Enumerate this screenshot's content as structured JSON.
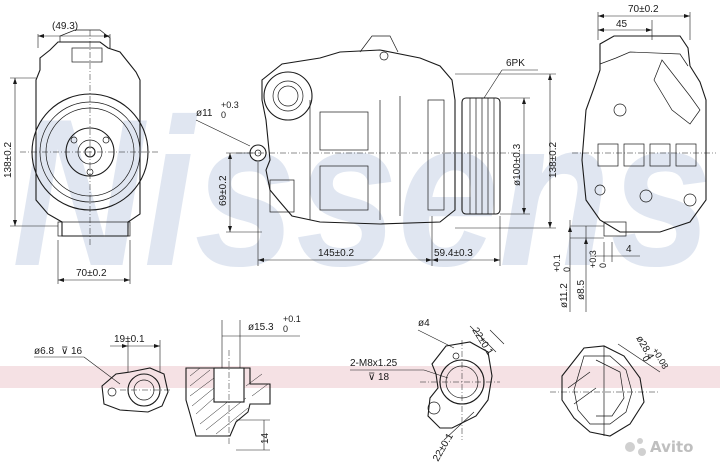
{
  "watermark": {
    "brand": "Nissens",
    "marketplace": "Avito"
  },
  "front_view": {
    "top_width": "(49.3)",
    "height": "138±0.2",
    "bottom_width": "70±0.2"
  },
  "side_view": {
    "hole_dia_prefix": "ø11",
    "hole_dia_tol_upper": "+0.3",
    "hole_dia_tol_lower": "0",
    "height_to_mount": "69±0.2",
    "length_main": "145±0.2",
    "length_pulley": "59.4±0.3",
    "belt": "6PK",
    "pulley_dia": "ø100±0.3",
    "total_height": "138±0.2"
  },
  "right_view": {
    "top_width": "70±0.2",
    "top_offset": "45",
    "ring_offset": "4",
    "ring_dia_a_prefix": "ø11.2",
    "ring_dia_a_tol_upper": "+0.1",
    "ring_dia_a_tol_lower": "0",
    "ring_dia_b_prefix": "ø8.5",
    "ring_dia_b_tol_upper": "+0.3",
    "ring_dia_b_tol_lower": "0"
  },
  "detail_suction": {
    "port_dia": "ø6.8",
    "depth_symbol": "⊽",
    "depth": "16",
    "port_width": "19±0.1"
  },
  "detail_section": {
    "bore_dia_prefix": "ø15.3",
    "bore_tol_upper": "+0.1",
    "bore_tol_lower": "0",
    "length": "14"
  },
  "detail_discharge": {
    "pin_dia": "ø4",
    "thread": "2-M8x1.25",
    "thread_depth_symbol": "⊽",
    "thread_depth": "18",
    "flange_top": "22±0.1",
    "flange_bottom": "22±0.1"
  },
  "detail_port3d": {
    "dia_prefix": "ø28.4",
    "tol_upper": "+0.08",
    "tol_lower": "0"
  }
}
